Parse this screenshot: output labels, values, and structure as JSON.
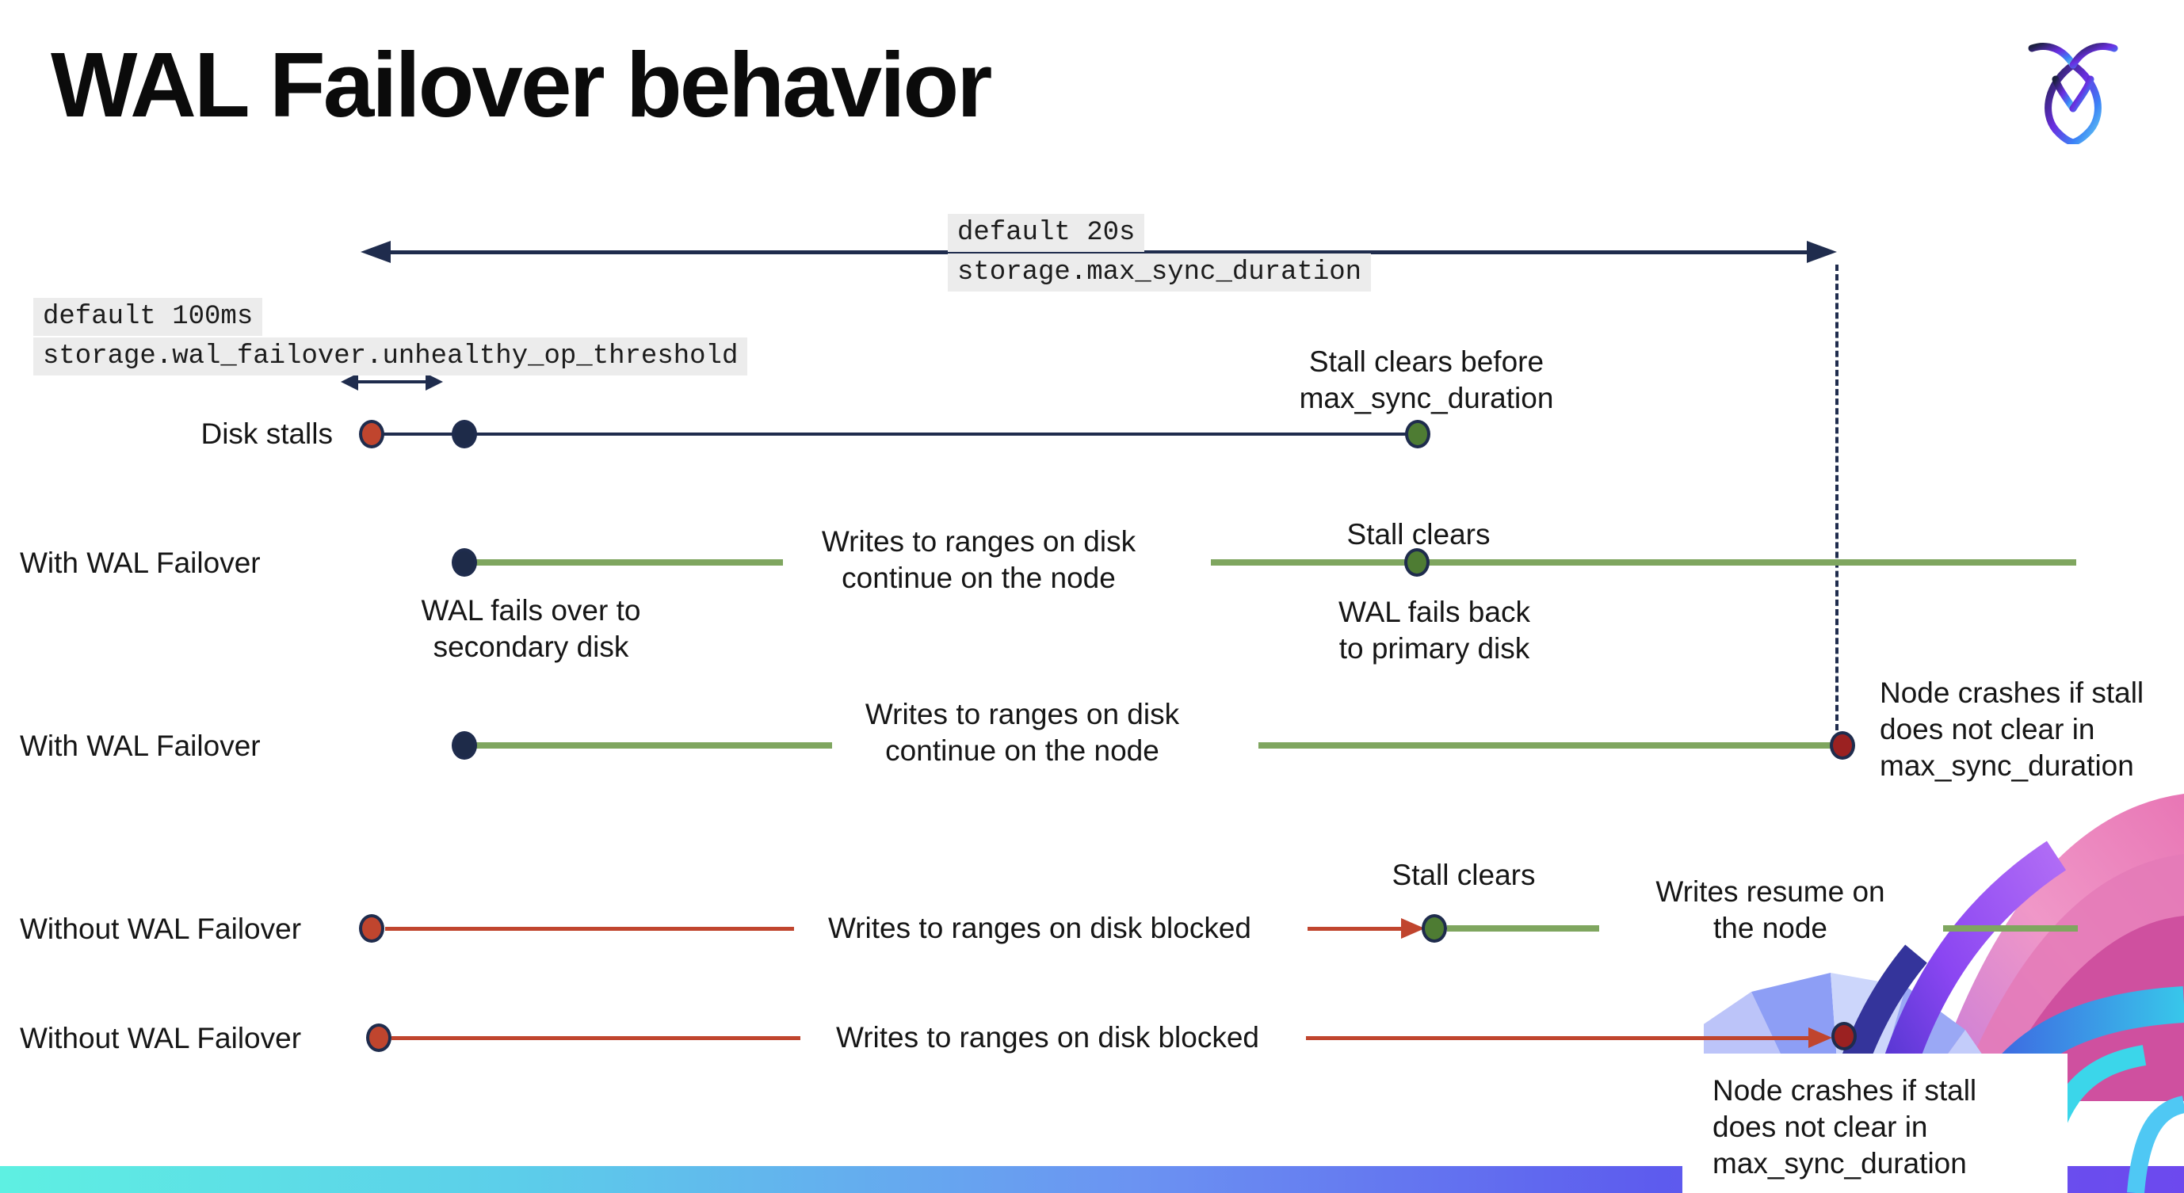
{
  "title": "WAL Failover behavior",
  "callouts": {
    "max_sync": {
      "default_label": "default 20s",
      "setting": "storage.max_sync_duration"
    },
    "unhealthy_op": {
      "default_label": "default 100ms",
      "setting": "storage.wal_failover.unhealthy_op_threshold"
    }
  },
  "rows": {
    "r1": {
      "label": "Disk stalls",
      "note1": "Stall clears before",
      "note2": "max_sync_duration"
    },
    "r2": {
      "label": "With WAL Failover",
      "writes1": "Writes to ranges on disk",
      "writes2": "continue on the node",
      "failover1": "WAL fails over to",
      "failover2": "secondary disk",
      "stall": "Stall clears",
      "failback1": "WAL fails  back",
      "failback2": "to primary disk"
    },
    "r3": {
      "label": "With WAL Failover",
      "writes1": "Writes to ranges on disk",
      "writes2": "continue on the node",
      "crash1": "Node crashes if stall",
      "crash2": "does not clear in",
      "crash3": "max_sync_duration"
    },
    "r4": {
      "label": "Without WAL Failover",
      "blocked": "Writes to ranges on disk  blocked",
      "stall": "Stall clears",
      "resume1": "Writes resume on",
      "resume2": "the node"
    },
    "r5": {
      "label": "Without WAL Failover",
      "blocked": "Writes to ranges on disk  blocked",
      "crash1": "Node crashes if stall",
      "crash2": "does not clear in",
      "crash3": "max_sync_duration"
    }
  },
  "colors": {
    "navy": "#1f2c4d",
    "green_line": "#7fa65f",
    "green_dot": "#4e7c33",
    "red": "#c0452e",
    "dark_red": "#9b2121",
    "code_bg": "#ececec",
    "bar_gradient": [
      "#5ef0e2",
      "#5ccdea",
      "#6b93f2",
      "#5d5bee",
      "#6d49ee"
    ]
  },
  "icons": {
    "logo": "cockroachdb-logo"
  }
}
